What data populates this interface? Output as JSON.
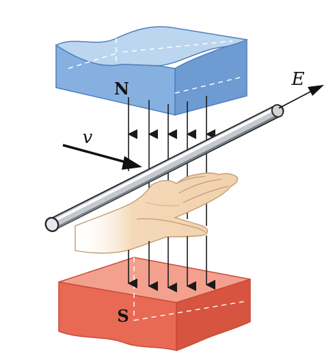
{
  "labels": {
    "north_pole": "N",
    "south_pole": "S",
    "velocity": "v",
    "emf": "E"
  },
  "colors": {
    "north_magnet_top": "#bcd6f0",
    "north_magnet_front": "#7fa9dc",
    "north_magnet_side": "#5f8fcb",
    "south_magnet_top": "#f28d7c",
    "south_magnet_front": "#e7604b",
    "south_magnet_side": "#cf4a36",
    "field_lines": "#1a1a1a",
    "skin": "#f4d9b8",
    "skin_shadow": "#d9b08a",
    "rod_highlight": "#ffffff",
    "rod_body": "#c9ccd2",
    "rod_shadow": "#6b6f78"
  }
}
